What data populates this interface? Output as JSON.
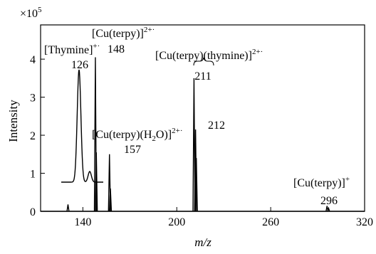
{
  "chart_data": {
    "type": "line",
    "xlabel": "m/z",
    "ylabel": "Intensity",
    "y_multiplier": "×10",
    "y_multiplier_exp": "5",
    "xlim": [
      113,
      320
    ],
    "ylim": [
      0,
      4.9
    ],
    "x_ticks": [
      140,
      200,
      260,
      320
    ],
    "y_ticks": [
      0,
      1,
      2,
      3,
      4
    ],
    "series": [
      {
        "values": [
          {
            "x": 130.5,
            "y": 0.18
          },
          {
            "x": 148.0,
            "y": 4.05
          },
          {
            "x": 148.6,
            "y": 1.55
          },
          {
            "x": 157.0,
            "y": 1.5
          },
          {
            "x": 157.6,
            "y": 0.6
          },
          {
            "x": 211.0,
            "y": 3.5
          },
          {
            "x": 212.0,
            "y": 2.15
          },
          {
            "x": 212.5,
            "y": 1.4
          },
          {
            "x": 296.0,
            "y": 0.14
          },
          {
            "x": 297.0,
            "y": 0.08
          }
        ]
      }
    ],
    "inset": {
      "label": "[Thymine]",
      "label_charge": "+·",
      "peak_label": "126"
    },
    "annotations": [
      {
        "x": 148,
        "ion": "[Cu(terpy)]",
        "charge": "2+·",
        "mz": "148"
      },
      {
        "x": 157,
        "ion_pre": "[Cu(terpy)(H",
        "ion_sub": "2",
        "ion_post": "O)]",
        "charge": "2+·",
        "mz": "157"
      },
      {
        "x": 211,
        "ion": "[Cu(terpy)(thymine)]",
        "charge": "2+·",
        "mz": "211"
      },
      {
        "x": 212,
        "mz": "212"
      },
      {
        "x": 296,
        "ion": "[Cu(terpy)]",
        "charge": "+",
        "mz": "296"
      }
    ]
  }
}
